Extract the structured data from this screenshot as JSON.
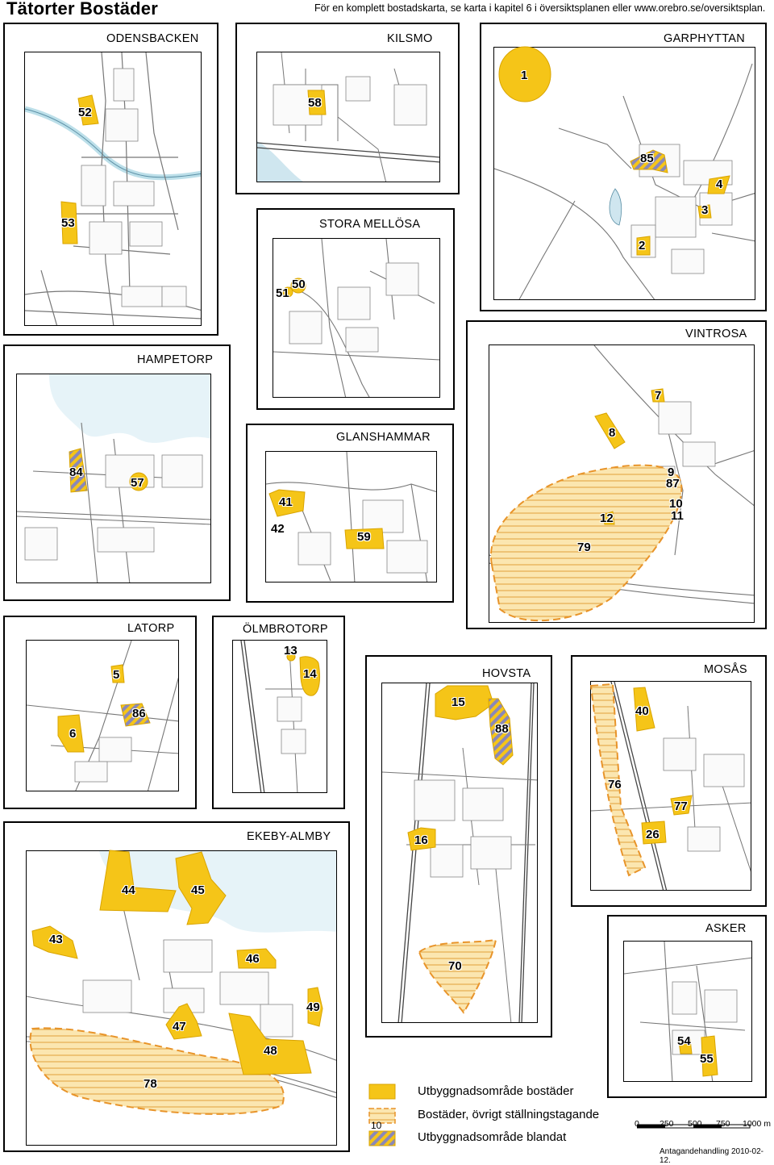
{
  "title": "Tätorter Bostäder",
  "note": "För en komplett bostadskarta, se karta i kapitel 6 i översiktsplanen eller www.orebro.se/oversiktsplan.",
  "colors": {
    "built": "#f5c518",
    "built_stroke": "#d9a400",
    "hatch": "#fbe6b0",
    "hatch_stroke": "#e8942a",
    "mixed": "#8a88b8",
    "water": "#e6f3f8",
    "road": "#666666"
  },
  "panels": [
    {
      "id": "odensbacken",
      "name": "ODENSBACKEN"
    },
    {
      "id": "kilsmo",
      "name": "KILSMO"
    },
    {
      "id": "garphyttan",
      "name": "GARPHYTTAN"
    },
    {
      "id": "stora-mellosa",
      "name": "STORA MELLÖSA"
    },
    {
      "id": "vintrosa",
      "name": "VINTROSA"
    },
    {
      "id": "hampetorp",
      "name": "HAMPETORP"
    },
    {
      "id": "glanshammar",
      "name": "GLANSHAMMAR"
    },
    {
      "id": "latorp",
      "name": "LATORP"
    },
    {
      "id": "olmbrotorp",
      "name": "ÖLMBROTORP"
    },
    {
      "id": "hovsta",
      "name": "HOVSTA"
    },
    {
      "id": "mosas",
      "name": "MOSÅS"
    },
    {
      "id": "ekeby-almby",
      "name": "EKEBY-ALMBY"
    },
    {
      "id": "asker",
      "name": "ASKER"
    }
  ],
  "areas": [
    {
      "num": "52",
      "type": "built"
    },
    {
      "num": "53",
      "type": "built"
    },
    {
      "num": "58",
      "type": "built"
    },
    {
      "num": "1",
      "type": "built"
    },
    {
      "num": "85",
      "type": "mixed"
    },
    {
      "num": "4",
      "type": "built"
    },
    {
      "num": "3",
      "type": "built"
    },
    {
      "num": "2",
      "type": "built"
    },
    {
      "num": "50",
      "type": "built"
    },
    {
      "num": "51",
      "type": "built"
    },
    {
      "num": "7",
      "type": "built"
    },
    {
      "num": "8",
      "type": "built"
    },
    {
      "num": "9",
      "type": "built"
    },
    {
      "num": "87",
      "type": "built"
    },
    {
      "num": "10",
      "type": "built"
    },
    {
      "num": "11",
      "type": "built"
    },
    {
      "num": "12",
      "type": "built"
    },
    {
      "num": "79",
      "type": "hatched"
    },
    {
      "num": "84",
      "type": "mixed"
    },
    {
      "num": "57",
      "type": "built"
    },
    {
      "num": "41",
      "type": "built"
    },
    {
      "num": "42",
      "type": "built"
    },
    {
      "num": "59",
      "type": "built"
    },
    {
      "num": "5",
      "type": "built"
    },
    {
      "num": "86",
      "type": "mixed"
    },
    {
      "num": "6",
      "type": "built"
    },
    {
      "num": "13",
      "type": "built"
    },
    {
      "num": "14",
      "type": "built"
    },
    {
      "num": "15",
      "type": "built"
    },
    {
      "num": "88",
      "type": "mixed"
    },
    {
      "num": "16",
      "type": "built"
    },
    {
      "num": "70",
      "type": "hatched"
    },
    {
      "num": "40",
      "type": "built"
    },
    {
      "num": "76",
      "type": "hatched"
    },
    {
      "num": "77",
      "type": "built"
    },
    {
      "num": "26",
      "type": "built"
    },
    {
      "num": "44",
      "type": "built"
    },
    {
      "num": "45",
      "type": "built"
    },
    {
      "num": "43",
      "type": "built"
    },
    {
      "num": "46",
      "type": "built"
    },
    {
      "num": "47",
      "type": "built"
    },
    {
      "num": "48",
      "type": "built"
    },
    {
      "num": "49",
      "type": "built"
    },
    {
      "num": "78",
      "type": "hatched"
    },
    {
      "num": "54",
      "type": "built"
    },
    {
      "num": "55",
      "type": "built"
    }
  ],
  "legend": {
    "built": "Utbyggnadsområde bostäder",
    "hatched": "Bostäder, övrigt ställningstagande",
    "hatched_sample_number": "10",
    "mixed": "Utbyggnadsområde blandat"
  },
  "scale": {
    "ticks": [
      "0",
      "250",
      "500",
      "750",
      "1000 m"
    ]
  },
  "footer": "Antagandehandling 2010-02-12."
}
